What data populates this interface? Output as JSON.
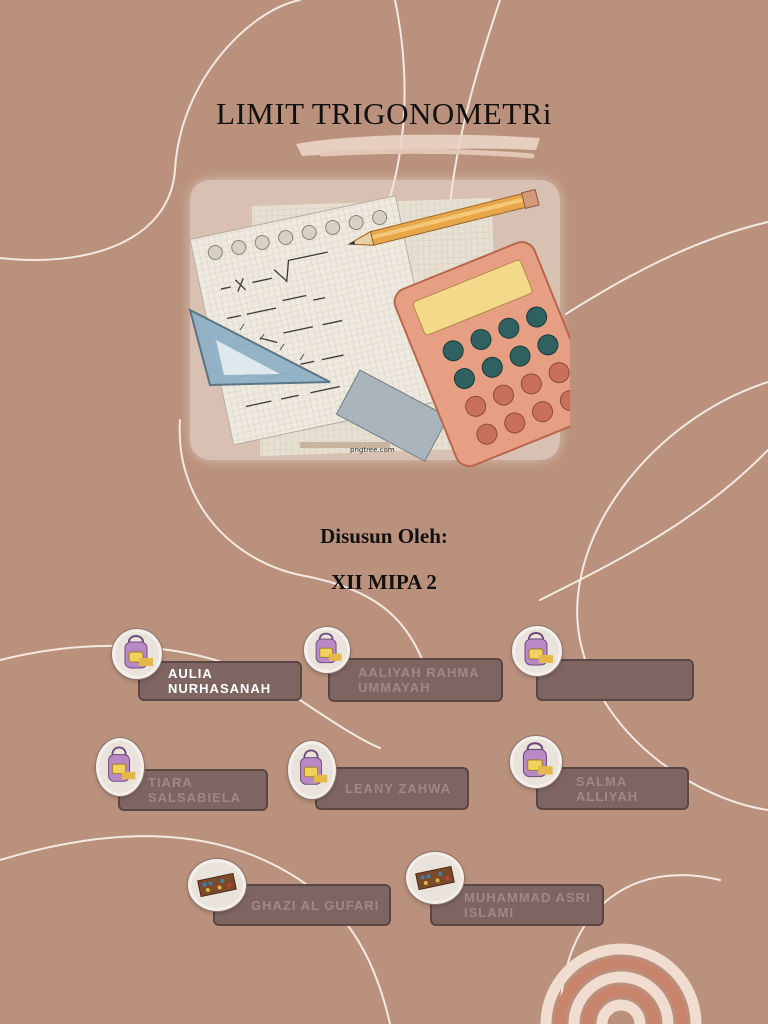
{
  "cover": {
    "title": "LIMIT TRIGONOMETRi",
    "illustration_watermark": "pngtree.com",
    "prepared_by_label": "Disusun Oleh:",
    "class_name": "XII MIPA 2"
  },
  "members": [
    {
      "name": "AULIA NURHASANAH",
      "icon": "backpack-icon",
      "highlighted": true
    },
    {
      "name": "AALIYAH RAHMA UMMAYAH",
      "icon": "backpack-icon",
      "highlighted": false
    },
    {
      "name": "",
      "icon": "backpack-icon",
      "highlighted": false
    },
    {
      "name": "TIARA SALSABIELA",
      "icon": "backpack-icon",
      "highlighted": false
    },
    {
      "name": "LEANY ZAHWA",
      "icon": "backpack-icon",
      "highlighted": false
    },
    {
      "name": "SALMA ALLIYAH",
      "icon": "backpack-icon",
      "highlighted": false
    },
    {
      "name": "GHAZI AL GUFARI",
      "icon": "abacus-icon",
      "highlighted": false
    },
    {
      "name": "MUHAMMAD ASRI ISLAMI",
      "icon": "abacus-icon",
      "highlighted": false
    }
  ],
  "colors": {
    "background": "#b9917c",
    "card": "#7e6561",
    "card_text": "#a08884",
    "card_text_highlight": "#ffffff"
  }
}
